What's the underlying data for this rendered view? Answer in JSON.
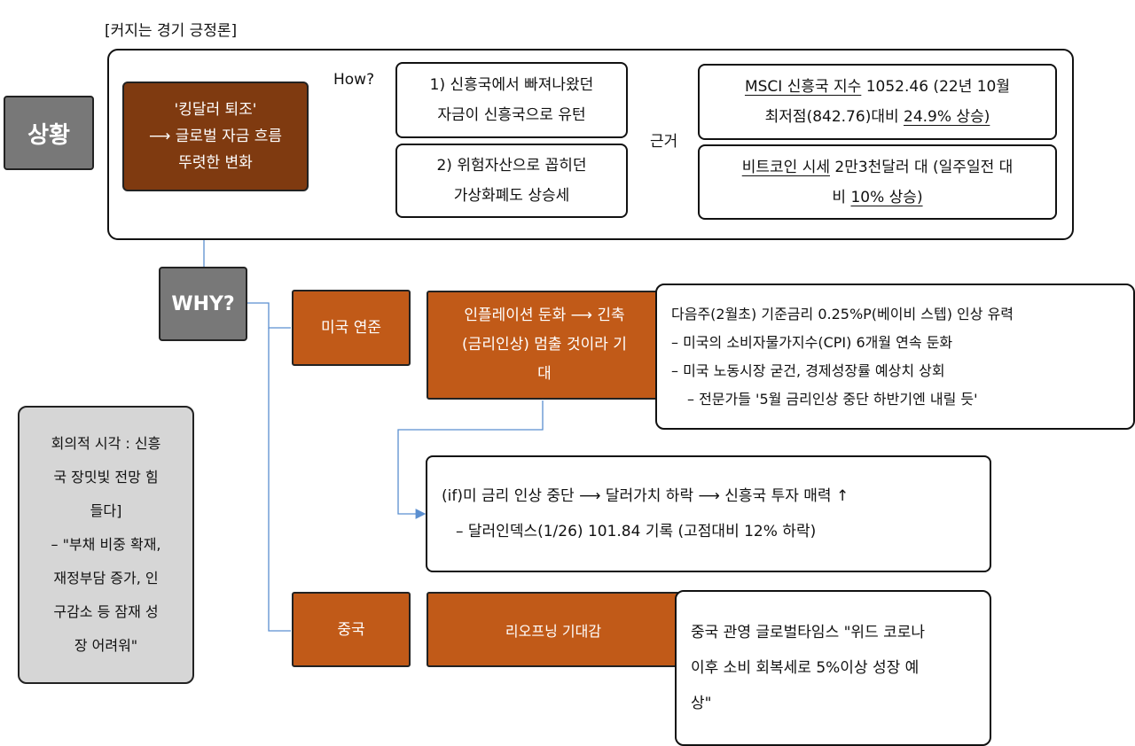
{
  "title": "[커지는 경기 긍정론]",
  "labels": {
    "situation": "상황",
    "why": "WHY?",
    "how": "How?",
    "basis": "근거"
  },
  "main_box": [
    "'킹달러 퇴조'",
    "⟶ 글로벌 자금 흐름",
    "뚜렷한 변화"
  ],
  "point1": [
    "1) 신흥국에서 빠져나왔던",
    "자금이 신흥국으로 유턴"
  ],
  "point2": [
    "2) 위험자산으로 꼽히던",
    "가상화폐도 상승세"
  ],
  "evidence1": {
    "a": "MSCI 신흥국 지수",
    "b": " 1052.46 (22년 10월",
    "c": "최저점(842.76)대비 ",
    "d": "24.9% 상승)"
  },
  "evidence2": {
    "a": "비트코인 시세",
    "b": " 2만3천달러 대 (일주일전 대",
    "c": "비 ",
    "d": "10% 상승)"
  },
  "us": {
    "label": "미국 연준",
    "expectation": [
      "인플레이션 둔화 ⟶ 긴축",
      "(금리인상) 멈출 것이라 기",
      "대"
    ],
    "details": [
      "다음주(2월초) 기준금리 0.25%P(베이비 스텝) 인상 유력",
      "–  미국의 소비자물가지수(CPI) 6개월 연속 둔화",
      "–  미국 노동시장 굳건, 경제성장률 예상치 상회",
      "– 전문가들 '5월 금리인상 중단 하반기엔 내릴 듯'"
    ],
    "if_lines": [
      "(if)미 금리 인상 중단 ⟶ 달러가치 하락 ⟶ 신흥국 투자 매력 ↑",
      "– 달러인덱스(1/26) 101.84 기록 (고점대비 12% 하락)"
    ]
  },
  "china": {
    "label": "중국",
    "reopening": "리오프닝 기대감",
    "quote": [
      "중국 관영 글로벌타임스 \"위드 코로나",
      "이후 소비 회복세로 5%이상 성장 예",
      "상\""
    ]
  },
  "skeptic": [
    "회의적 시각 : 신흥",
    "국 장밋빛 전망 힘",
    "들다]",
    "– \"부채 비중 확재,",
    "재정부담 증가, 인",
    "구감소 등 잠재 성",
    "장 어려워\""
  ]
}
